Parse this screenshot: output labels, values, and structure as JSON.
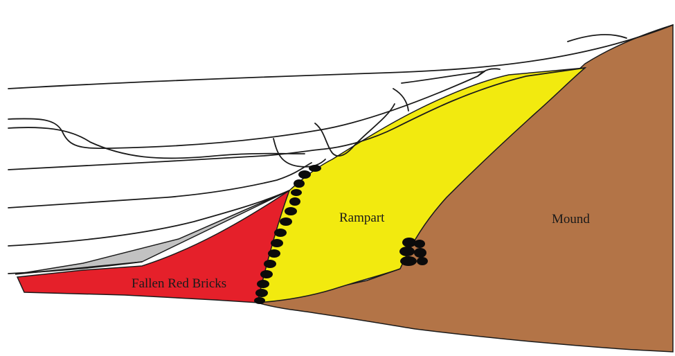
{
  "labels": {
    "fallen_red_bricks": "Fallen Red Bricks",
    "rampart": "Rampart",
    "mound": "Mound"
  },
  "colors": {
    "background": "#ffffff",
    "fallen_red_bricks": "#e5202a",
    "rampart": "#f2ea0f",
    "mound": "#b37447",
    "gray_layer": "#c2c2c2",
    "outline": "#1a1a1a",
    "stones": "#0b0b0b"
  }
}
